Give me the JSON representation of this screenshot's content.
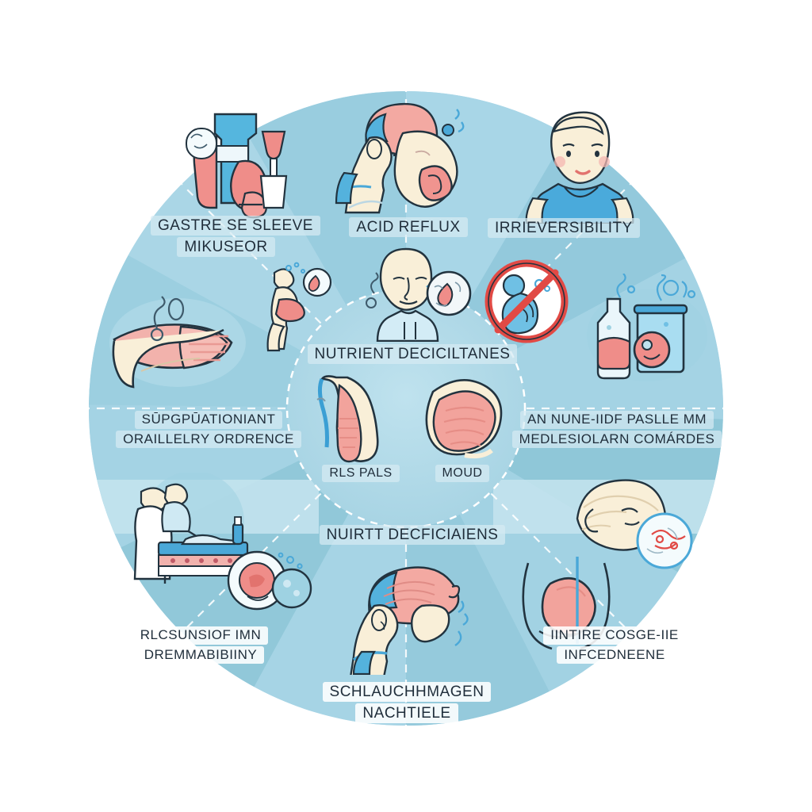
{
  "title": "Schlauchmagen Nachteile infographic wheel",
  "colors": {
    "background": "#ffffff",
    "wheel_light": "#b7dcea",
    "wheel_mid": "#a3d2e3",
    "wheel_deep": "#8ec7d9",
    "wheel_teal": "#93c9d3",
    "center": "#aed8e6",
    "label_pill": "#d6eaf2",
    "text": "#1f2d3a",
    "accent_red": "#e8615c",
    "accent_pink": "#f1a6a4",
    "accent_blue": "#4aa8d8",
    "skin": "#f7edd8",
    "outline": "#22333f"
  },
  "center": {
    "top_label": "NUTRIENT DECICILTANES",
    "bottom_label": "NUIRTT  DECFICIAIENS",
    "item_labels": [
      "RLS PALS",
      "MOUD"
    ]
  },
  "segments": [
    {
      "id": "gastre-se-sleeve",
      "lines": [
        "GASTRE SE SLEEVE",
        "MIKUSEOR"
      ],
      "icon": "stomach-bottle-icon"
    },
    {
      "id": "acid-reflux",
      "lines": [
        "ACID REFLUX"
      ],
      "icon": "acid-reflux-person-icon"
    },
    {
      "id": "irreversibility",
      "lines": [
        "IRRIEVERSIBILITY"
      ],
      "icon": "standing-person-icon"
    },
    {
      "id": "an-nune-paslle",
      "lines": [
        "AN NUNE-IIDF PASLLE MM",
        "MEDLESIOLARN COMÁRDES"
      ],
      "icon": "bottle-flask-icon"
    },
    {
      "id": "intire-cosge",
      "lines": [
        "IINTIRE COSGE-IIE",
        "INFCEDNEENE"
      ],
      "icon": "head-profile-icon"
    },
    {
      "id": "schlauchmagen-nachtiele",
      "lines": [
        "SCHLAUCHHMAGEN",
        "NACHTIELE"
      ],
      "icon": "sweating-head-icon"
    },
    {
      "id": "rlcsunsiof-imn",
      "lines": [
        "RLCSUNSIOF IMN",
        "DREMMABIBIINY"
      ],
      "icon": "surgery-table-icon"
    },
    {
      "id": "supgpuationiant",
      "lines": [
        "SŪPGPŪATIONIANT",
        "ORAILLELRY ORDRENCE"
      ],
      "icon": "stomach-cross-section-icon"
    }
  ],
  "extra_icons": [
    {
      "id": "no-baby-sign",
      "name": "prohibition-baby-icon"
    },
    {
      "id": "person-with-cells",
      "name": "bald-person-cells-icon"
    },
    {
      "id": "walking-person",
      "name": "walking-person-icon"
    },
    {
      "id": "cell-bubbles",
      "name": "cell-bubbles-icon"
    }
  ]
}
